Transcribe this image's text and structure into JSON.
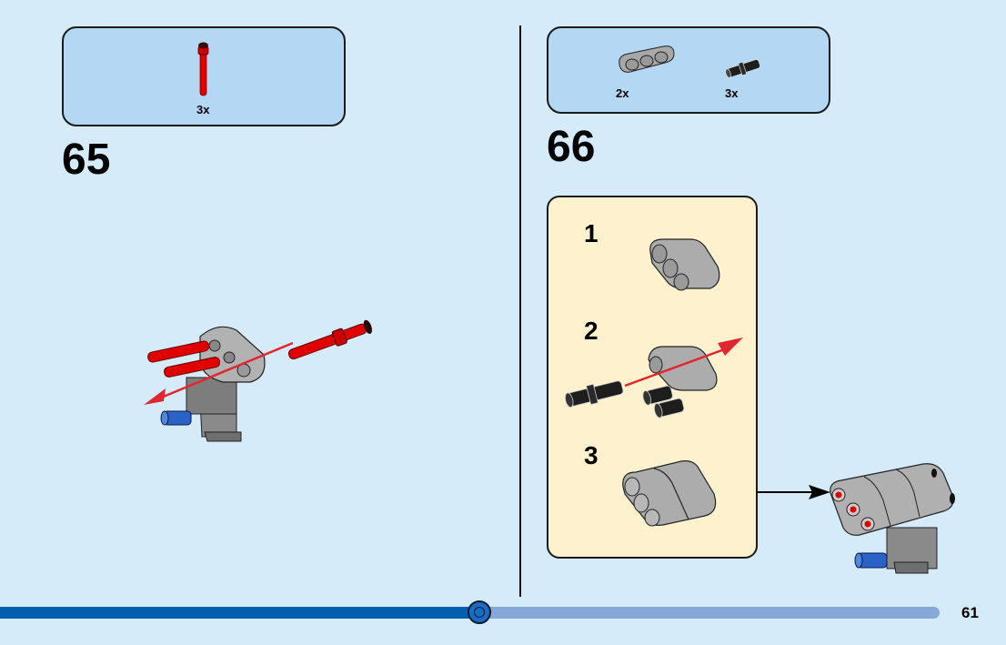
{
  "page": {
    "number": "61",
    "progress_percent": 51
  },
  "steps": [
    {
      "number": "65",
      "parts": [
        {
          "name": "red-axle-with-stop",
          "qty": "3x",
          "color": "#e10000"
        }
      ]
    },
    {
      "number": "66",
      "parts": [
        {
          "name": "gray-beam-3",
          "qty": "2x",
          "color": "#a0a0a0"
        },
        {
          "name": "black-friction-pin",
          "qty": "3x",
          "color": "#1e1e1e"
        }
      ],
      "substeps": [
        {
          "number": "1"
        },
        {
          "number": "2"
        },
        {
          "number": "3"
        }
      ]
    }
  ],
  "colors": {
    "background": "#d5ebfa",
    "parts_box": "#b4d8f3",
    "substep_box": "#fdf2cd",
    "arrow_red": "#e0262e",
    "beam_gray": "#a8a8a8",
    "pin_blue": "#2a62c8",
    "progress_done": "#0060b0",
    "progress_remaining": "#85a8d8"
  }
}
